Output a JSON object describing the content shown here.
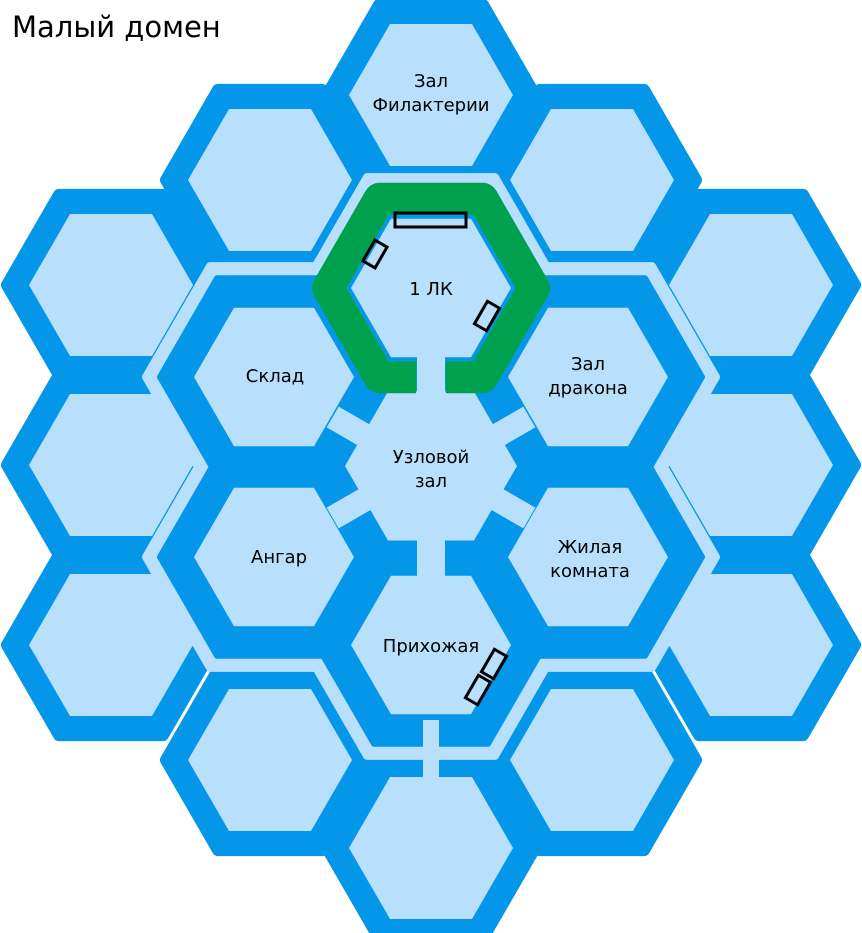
{
  "title": "Малый домен",
  "colors": {
    "wall": "#0496e8",
    "floor": "#b8e0fc",
    "highlight": "#00a14e",
    "furniture": "#000000"
  },
  "rooms": {
    "phylactery": [
      "Зал",
      "Филактерии"
    ],
    "lk": [
      "1 ЛК"
    ],
    "storage": [
      "Склад"
    ],
    "dragon": [
      "Зал",
      "дракона"
    ],
    "hub": [
      "Узловой",
      "зал"
    ],
    "hangar": [
      "Ангар"
    ],
    "living": [
      "Жилая",
      "комната"
    ],
    "hallway": [
      "Прихожая"
    ]
  }
}
